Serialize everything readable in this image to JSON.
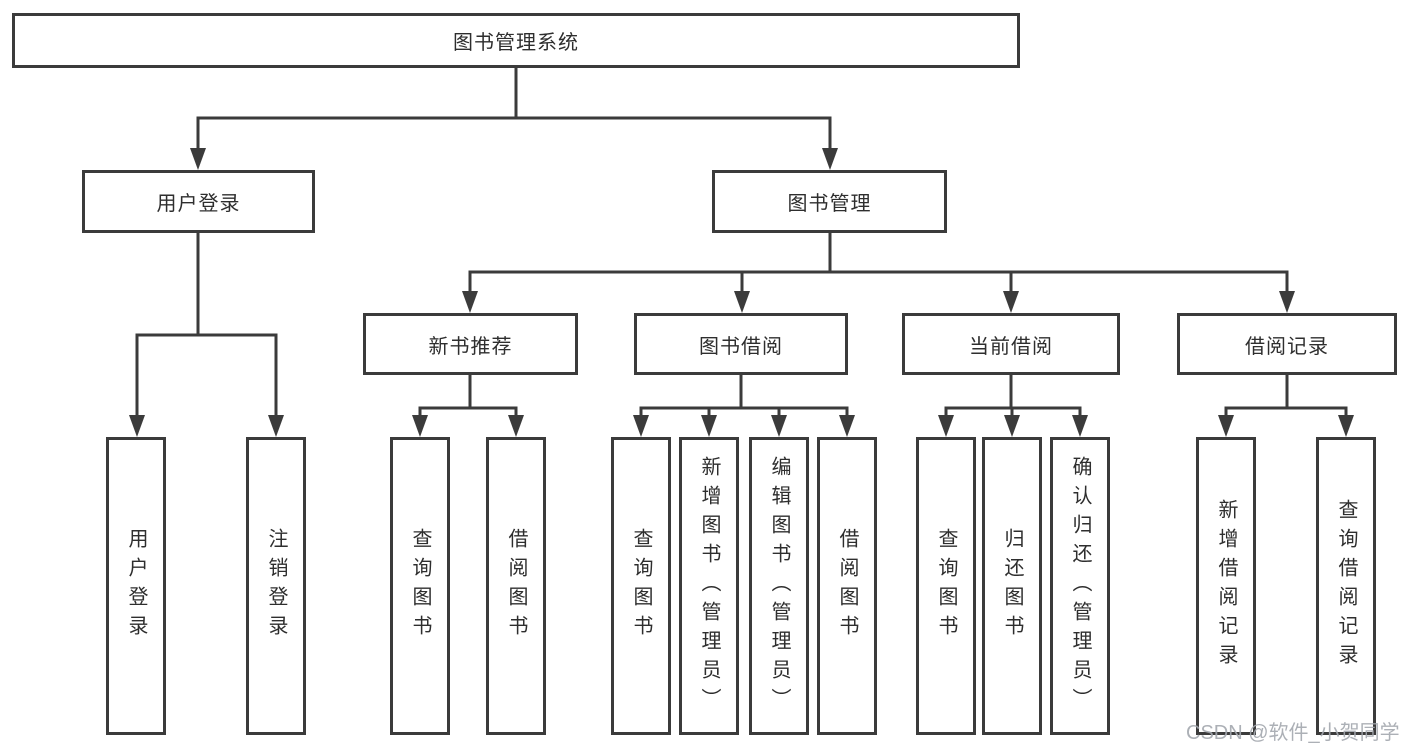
{
  "tree": {
    "label": "图书管理系统",
    "children": [
      {
        "label": "用户登录",
        "children": [
          {
            "label": "用户登录"
          },
          {
            "label": "注销登录"
          }
        ]
      },
      {
        "label": "图书管理",
        "children": [
          {
            "label": "新书推荐",
            "children": [
              {
                "label": "查询图书"
              },
              {
                "label": "借阅图书"
              }
            ]
          },
          {
            "label": "图书借阅",
            "children": [
              {
                "label": "查询图书"
              },
              {
                "label": "新增图书（管理员）"
              },
              {
                "label": "编辑图书（管理员）"
              },
              {
                "label": "借阅图书"
              }
            ]
          },
          {
            "label": "当前借阅",
            "children": [
              {
                "label": "查询图书"
              },
              {
                "label": "归还图书"
              },
              {
                "label": "确认归还（管理员）"
              }
            ]
          },
          {
            "label": "借阅记录",
            "children": [
              {
                "label": "新增借阅记录"
              },
              {
                "label": "查询借阅记录"
              }
            ]
          }
        ]
      }
    ]
  },
  "watermark": {
    "text": "CSDN @软件_小贺同学"
  },
  "colors": {
    "line": "#3b3b3b",
    "text": "#2e2e2e",
    "background": "#ffffff",
    "watermark": "#a4a8af"
  }
}
